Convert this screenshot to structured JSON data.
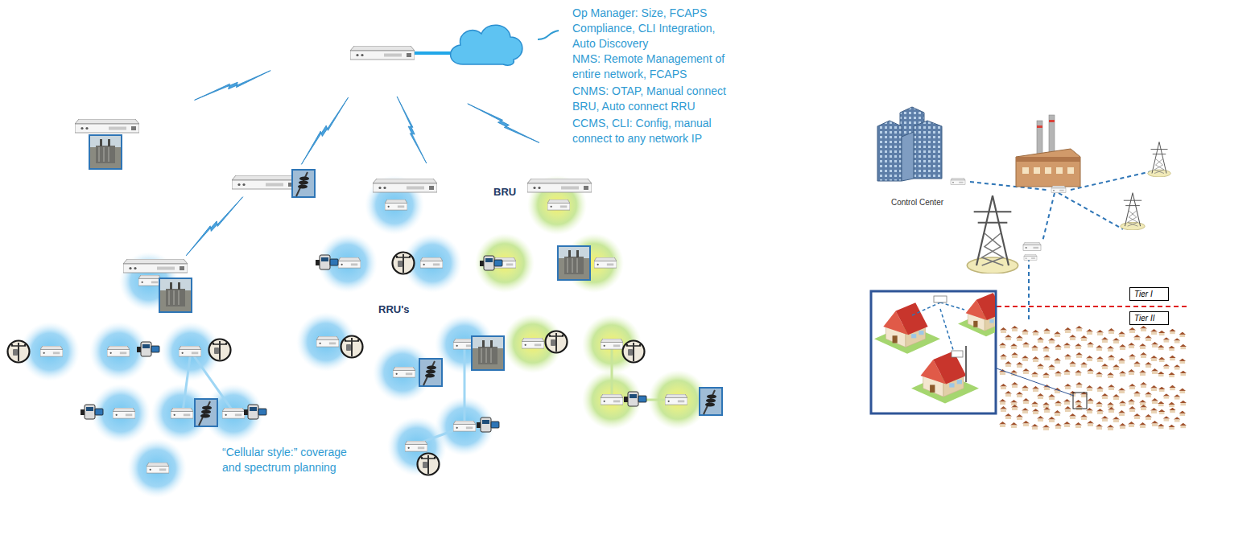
{
  "diagram": {
    "nodes": [
      {
        "text": [
          "Tier I"
        ]
      },
      {
        "text": [
          "Tier II"
        ]
      }
    ],
    "labels": [
      "Op Manager: Size, FCAPS Compliance, CLI Integration, Auto Discovery",
      "NMS: Remote Management of entire network, FCAPS",
      "CNMS: OTAP, Manual connect BRU, Auto connect RRU",
      "CCMS, CLI: Config, manual connect to any network IP",
      "BRU",
      "RRU's",
      "“Cellular style:” coverage and spectrum planning",
      "Control Center"
    ]
  }
}
